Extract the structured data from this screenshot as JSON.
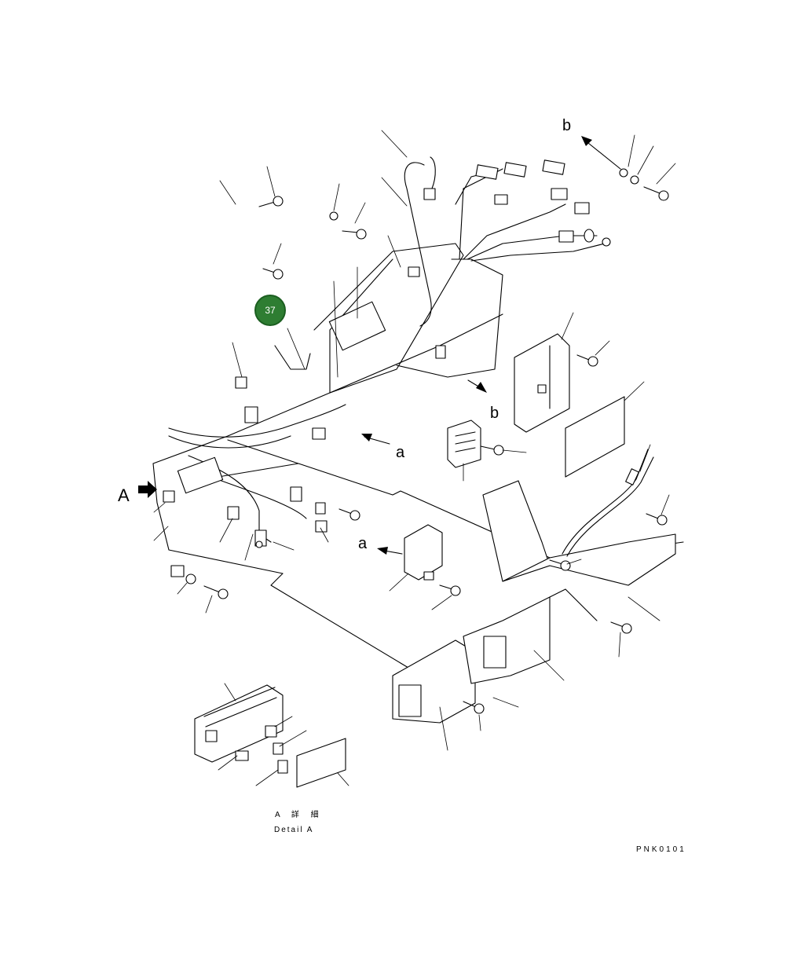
{
  "labels": {
    "view_a": "A",
    "ref_a_1": "a",
    "ref_a_2": "a",
    "ref_b_1": "b",
    "ref_b_2": "b",
    "detail_jp": "A 詳 細",
    "detail_en": "Detail A",
    "drawing_code": "PNK0101"
  },
  "callout": {
    "number": "37",
    "color": "#2e7d32"
  },
  "icons": {
    "view_arrow": "arrow-right-icon",
    "callout": "green-circle-marker"
  }
}
